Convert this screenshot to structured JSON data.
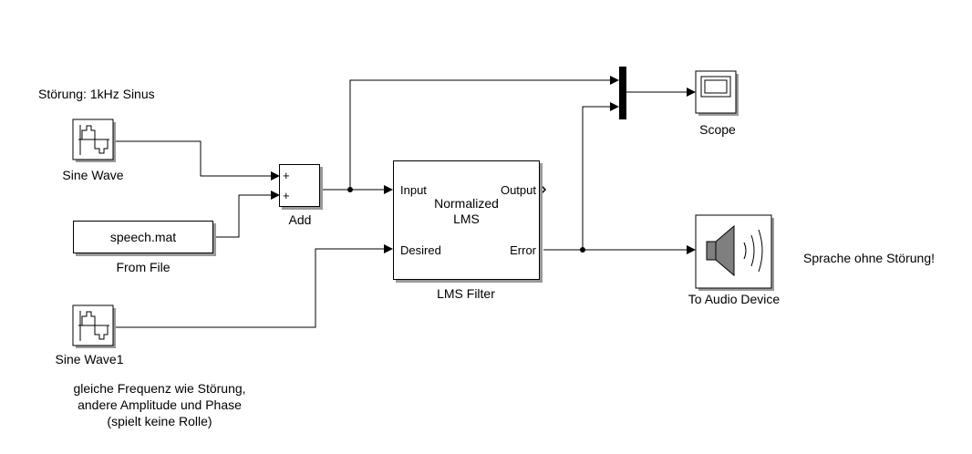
{
  "annotations": {
    "disturbance": "Störung: 1kHz Sinus",
    "output_note": "Sprache ohne Störung!",
    "sine2_note_line1": "gleiche Frequenz wie Störung,",
    "sine2_note_line2": "andere Amplitude und Phase",
    "sine2_note_line3": "(spielt keine Rolle)"
  },
  "blocks": {
    "sine_wave": {
      "label": "Sine Wave",
      "icon": "sine-wave-icon"
    },
    "sine_wave1": {
      "label": "Sine Wave1",
      "icon": "sine-wave-icon"
    },
    "from_file": {
      "label": "From File",
      "content": "speech.mat"
    },
    "add": {
      "label": "Add",
      "port1": "+",
      "port2": "+"
    },
    "lms": {
      "label": "LMS Filter",
      "title_line1": "Normalized",
      "title_line2": "LMS",
      "port_input": "Input",
      "port_desired": "Desired",
      "port_output": "Output",
      "port_error": "Error"
    },
    "scope": {
      "label": "Scope",
      "icon": "scope-icon"
    },
    "audio": {
      "label": "To Audio Device",
      "icon": "speaker-icon"
    }
  }
}
